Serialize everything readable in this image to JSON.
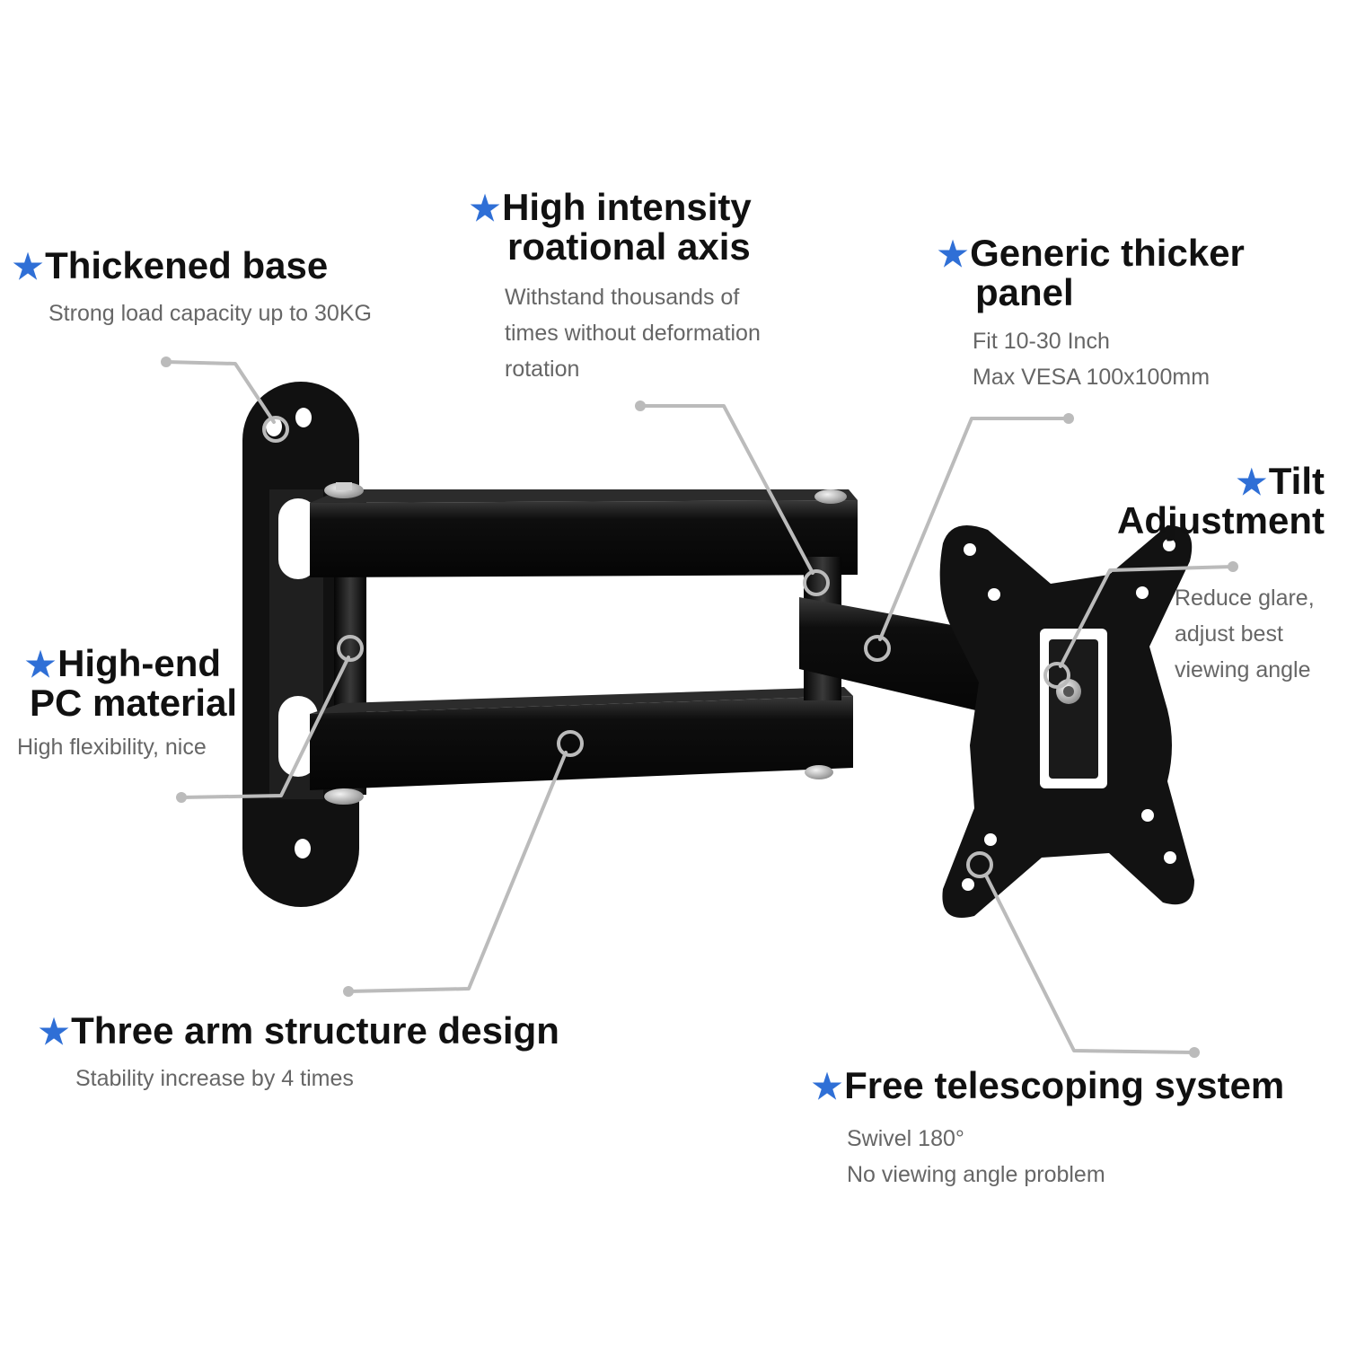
{
  "colors": {
    "star": "#2f6fd6",
    "title": "#111111",
    "description": "#666666",
    "leader": "#bbbbbb",
    "metal": "#151515"
  },
  "star_glyph": "★",
  "features": {
    "thickened_base": {
      "title": "Thickened base",
      "desc": [
        "Strong load capacity up to 30KG"
      ]
    },
    "rotational_axis": {
      "title": [
        "High intensity",
        "roational axis"
      ],
      "desc": [
        "Withstand thousands of",
        "times without deformation",
        "rotation"
      ]
    },
    "thicker_panel": {
      "title": [
        "Generic thicker",
        "panel"
      ],
      "desc": [
        "Fit 10-30 Inch",
        "Max VESA 100x100mm"
      ]
    },
    "tilt": {
      "title": [
        "Tilt",
        "Adjustment"
      ],
      "desc": [
        "Reduce glare,",
        "adjust best",
        "viewing angle"
      ]
    },
    "pc_material": {
      "title": [
        "High-end",
        "PC material"
      ],
      "desc": [
        "High flexibility, nice"
      ]
    },
    "three_arm": {
      "title": "Three arm structure design",
      "desc": [
        "Stability increase by 4 times"
      ]
    },
    "telescoping": {
      "title": "Free telescoping system",
      "desc": [
        "Swivel 180°",
        "No viewing angle problem"
      ]
    }
  }
}
